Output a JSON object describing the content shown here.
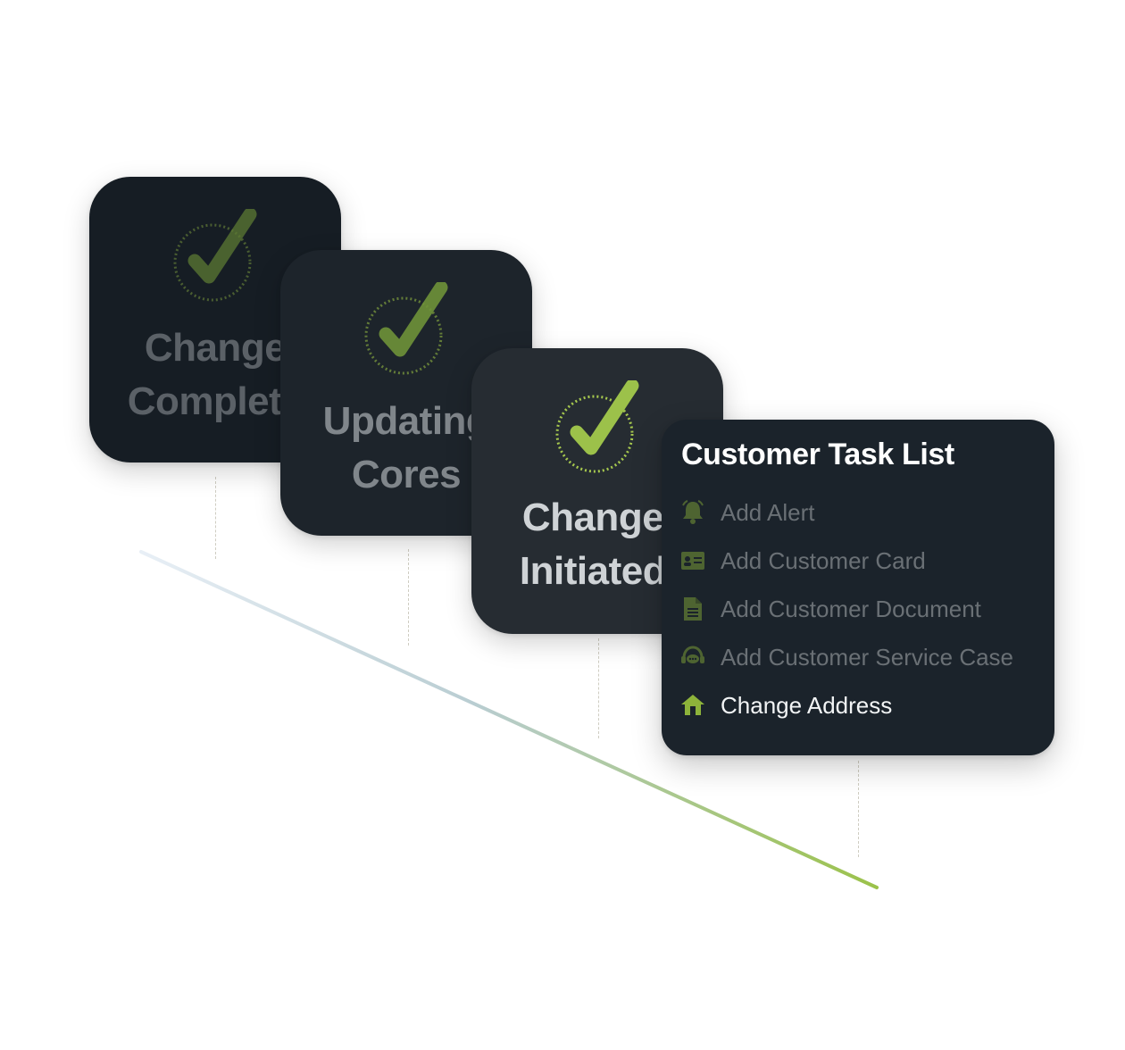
{
  "colors": {
    "accent": "#8db33a",
    "card_1_bg": "#161d24",
    "card_2_bg": "#1d242b",
    "card_3_bg": "#262c32",
    "panel_bg": "#1b232b",
    "timeline_start": "#e6eef5",
    "timeline_end": "#9bc24a"
  },
  "status_cards": [
    {
      "line1": "Change",
      "line2": "Complete",
      "icon": "check-circle-icon"
    },
    {
      "line1": "Updating",
      "line2": "Cores",
      "icon": "check-circle-icon"
    },
    {
      "line1": "Change",
      "line2": "Initiated",
      "icon": "check-circle-icon"
    }
  ],
  "task_list": {
    "title": "Customer Task List",
    "items": [
      {
        "label": "Add Alert",
        "icon": "bell-icon",
        "state": "muted"
      },
      {
        "label": "Add Customer Card",
        "icon": "id-card-icon",
        "state": "muted"
      },
      {
        "label": "Add Customer Document",
        "icon": "document-icon",
        "state": "muted"
      },
      {
        "label": "Add Customer Service Case",
        "icon": "headset-chat-icon",
        "state": "muted"
      },
      {
        "label": "Change Address",
        "icon": "home-icon",
        "state": "active"
      }
    ]
  }
}
